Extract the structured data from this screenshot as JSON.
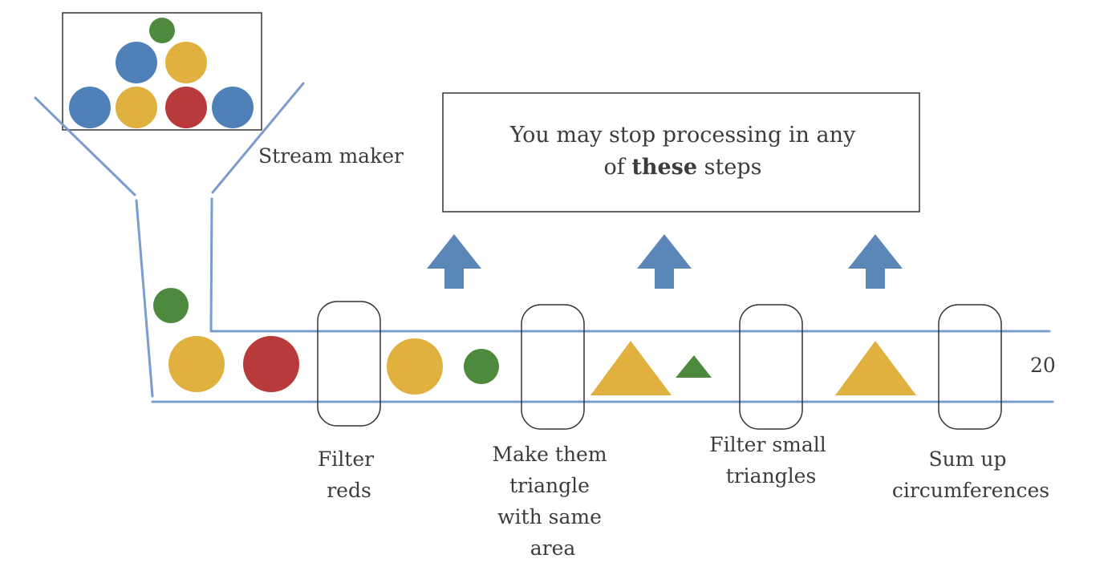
{
  "colors": {
    "blue": "#4f81b8",
    "yellow": "#e0b13e",
    "red": "#b83a3a",
    "green": "#4d8a3d",
    "pipe": "#7b9ccf",
    "arrow": "#5b87b8",
    "outline": "#333333"
  },
  "labels": {
    "stream_maker": "Stream maker",
    "callout_line1": "You may stop processing in any",
    "callout_line2_prefix": "of ",
    "callout_line2_bold": "these",
    "callout_line2_suffix": " steps",
    "result": "20",
    "filter_reds": [
      "Filter",
      "reds"
    ],
    "make_triangle": [
      "Make them",
      "triangle",
      "with same",
      "area"
    ],
    "filter_small": [
      "Filter small",
      "triangles"
    ],
    "sum_up": [
      "Sum up",
      "circumferences"
    ]
  }
}
